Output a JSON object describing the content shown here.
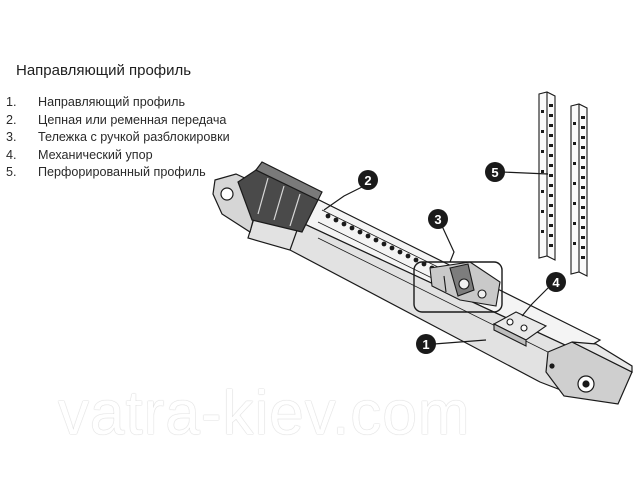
{
  "title": "Направляющий профиль",
  "legend": [
    {
      "num": "1.",
      "text": "Направляющий профиль"
    },
    {
      "num": "2.",
      "text": "Цепная или ременная передача"
    },
    {
      "num": "3.",
      "text": "Тележка с ручкой разблокировки"
    },
    {
      "num": "4.",
      "text": "Механический упор"
    },
    {
      "num": "5.",
      "text": "Перфорированный профиль"
    }
  ],
  "callouts": {
    "c1": "1",
    "c2": "2",
    "c3": "3",
    "c4": "4",
    "c5": "5"
  },
  "watermark": "vatra-kiev.com",
  "colors": {
    "line": "#1a1a1a",
    "callout": "#1a1a1a",
    "rail": "#f2f2f2",
    "shade": "#bdbdbd"
  }
}
